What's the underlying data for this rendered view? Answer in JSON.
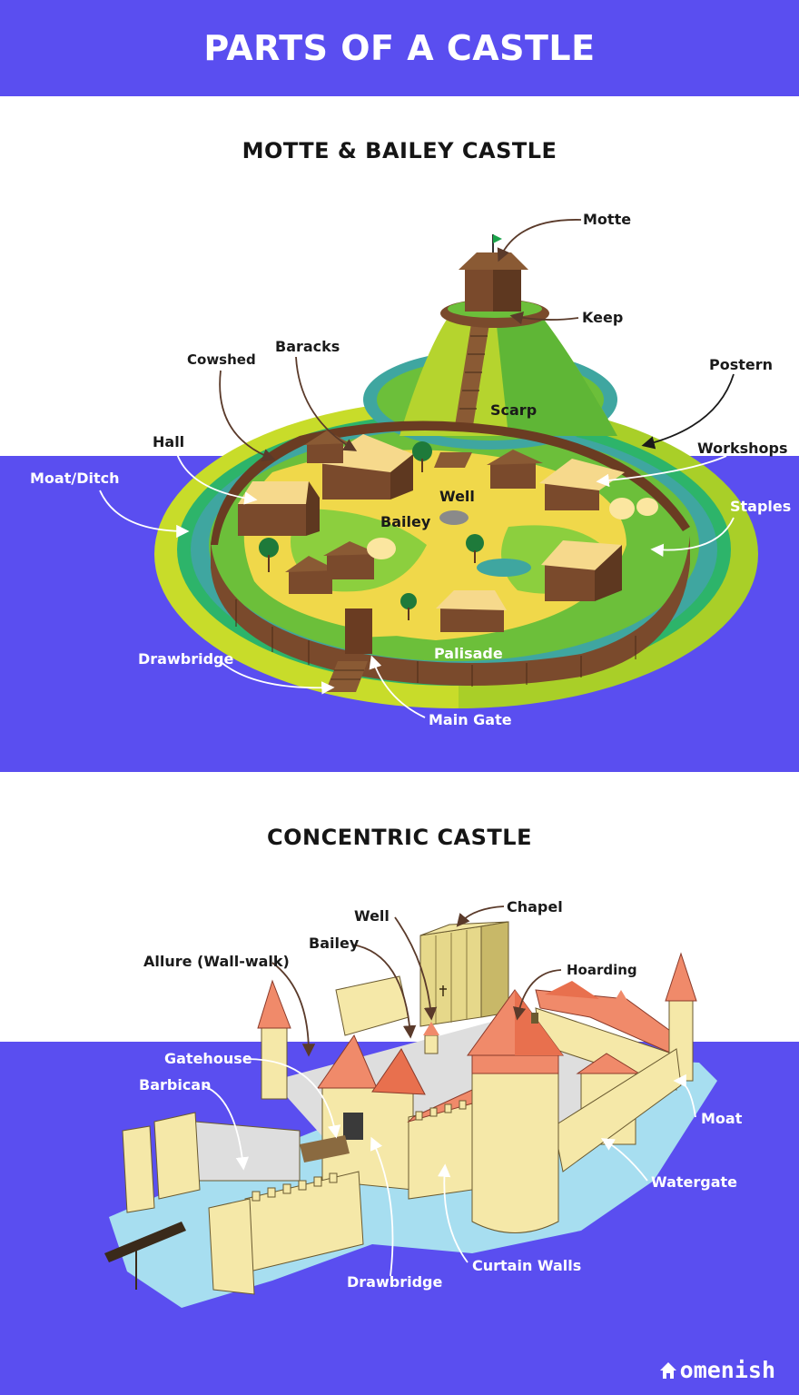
{
  "header": {
    "title": "PARTS OF A CASTLE"
  },
  "motte_bailey": {
    "title": "MOTTE & BAILEY CASTLE",
    "labels": {
      "motte": "Motte",
      "keep": "Keep",
      "postern": "Postern",
      "workshops": "Workshops",
      "staples": "Staples",
      "cowshed": "Cowshed",
      "baracks": "Baracks",
      "hall": "Hall",
      "moat_ditch": "Moat/Ditch",
      "scarp": "Scarp",
      "well": "Well",
      "bailey": "Bailey",
      "drawbridge": "Drawbridge",
      "palisade": "Palisade",
      "main_gate": "Main Gate"
    }
  },
  "concentric": {
    "title": "CONCENTRIC CASTLE",
    "labels": {
      "well": "Well",
      "chapel": "Chapel",
      "bailey": "Bailey",
      "allure": "Allure (Wall-walk)",
      "hoarding": "Hoarding",
      "gatehouse": "Gatehouse",
      "barbican": "Barbican",
      "moat": "Moat",
      "watergate": "Watergate",
      "curtain_walls": "Curtain Walls",
      "drawbridge": "Drawbridge"
    }
  },
  "brand": {
    "logo_text": "omenish"
  },
  "colors": {
    "accent": "#5a4ef0",
    "grass": "#6cbf3a",
    "lime": "#c8dc2a",
    "yard": "#f0d84a",
    "wood": "#7a4a2c",
    "stone": "#f5e8a8",
    "roof": "#f08a6a",
    "water": "#a7def0"
  }
}
